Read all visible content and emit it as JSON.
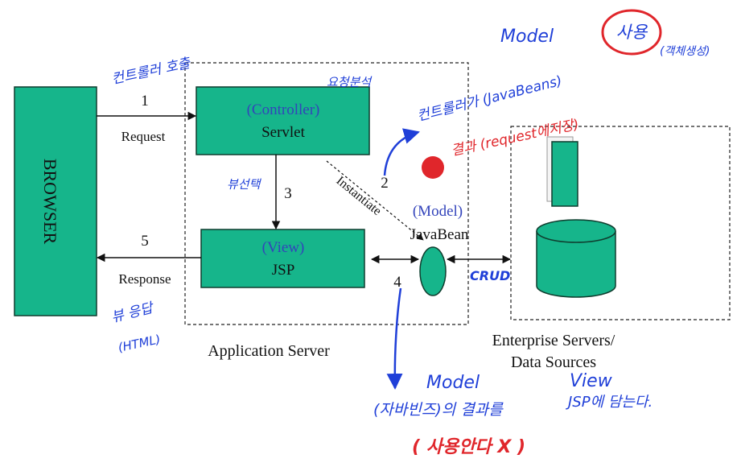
{
  "colors": {
    "box_fill": "#16b58b",
    "box_stroke": "#0f3d2e",
    "role_blue": "#3344bb",
    "ink_blue": "#1f3fd8",
    "ink_red": "#e0262b",
    "text": "#111111"
  },
  "browser": {
    "label": "BROWSER"
  },
  "controller": {
    "role": "(Controller)",
    "name": "Servlet"
  },
  "view": {
    "role": "(View)",
    "name": "JSP"
  },
  "model": {
    "role": "(Model)",
    "name": "JavaBean"
  },
  "steps": {
    "request_num": "1",
    "request_label": "Request",
    "instantiate_num": "2",
    "instantiate_label": "Instantiate",
    "forward_num": "3",
    "access_num": "4",
    "response_num": "5",
    "response_label": "Response"
  },
  "containers": {
    "app_server": "Application Server",
    "enterprise_line1": "Enterprise Servers/",
    "enterprise_line2": "Data Sources"
  },
  "icons": [
    "arrow-right-icon",
    "arrow-left-icon",
    "arrow-down-icon",
    "double-arrow-icon",
    "database-cylinder-icon",
    "server-block-icon",
    "model-ellipse-icon",
    "red-dot-icon"
  ],
  "annotations": {
    "controller_call": "컨트롤러 호출",
    "request_analysis": "요청분석",
    "model_top": "Model",
    "controller_javabeans": "컨트롤러가 (JavaBeans)",
    "use_word": "사용",
    "create_object": "(객체생성)",
    "result_request": "결과 (request에저장)",
    "logic_select": "뷰선택",
    "crud": "CRUD",
    "view_response_1": "뷰 응답",
    "view_response_2": "(HTML)",
    "model_bottom": "Model",
    "view_bottom": "View",
    "javabean_result": "(자바빈즈)의 결과를",
    "jsp_contain": "JSP에 담는다.",
    "not_used": "( 사용안다 X )"
  }
}
